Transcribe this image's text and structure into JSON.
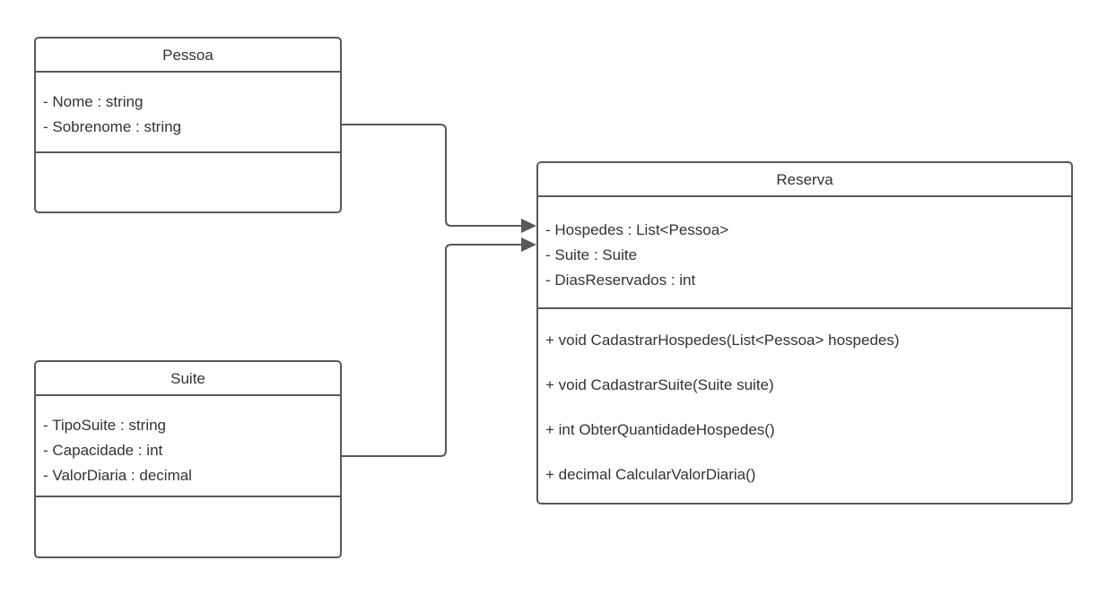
{
  "diagram": {
    "type": "uml-class-diagram",
    "background_color": "#ffffff",
    "stroke_color": "#595959",
    "text_color": "#333333",
    "classes": [
      {
        "id": "pessoa",
        "name": "Pessoa",
        "attributes": [
          "- Nome : string",
          "- Sobrenome : string"
        ],
        "methods": []
      },
      {
        "id": "suite",
        "name": "Suite",
        "attributes": [
          "- TipoSuite : string",
          "- Capacidade : int",
          "- ValorDiaria : decimal"
        ],
        "methods": []
      },
      {
        "id": "reserva",
        "name": "Reserva",
        "attributes": [
          "- Hospedes : List<Pessoa>",
          "- Suite : Suite",
          "- DiasReservados : int"
        ],
        "methods": [
          "+ void CadastrarHospedes(List<Pessoa> hospedes)",
          "+ void CadastrarSuite(Suite suite)",
          "+ int ObterQuantidadeHospedes()",
          "+ decimal CalcularValorDiaria()"
        ]
      }
    ],
    "relationships": [
      {
        "id": "pessoa-to-reserva",
        "from": "Pessoa",
        "to": "Reserva",
        "arrow": "open-directed"
      },
      {
        "id": "suite-to-reserva",
        "from": "Suite",
        "to": "Reserva",
        "arrow": "open-directed"
      }
    ]
  }
}
